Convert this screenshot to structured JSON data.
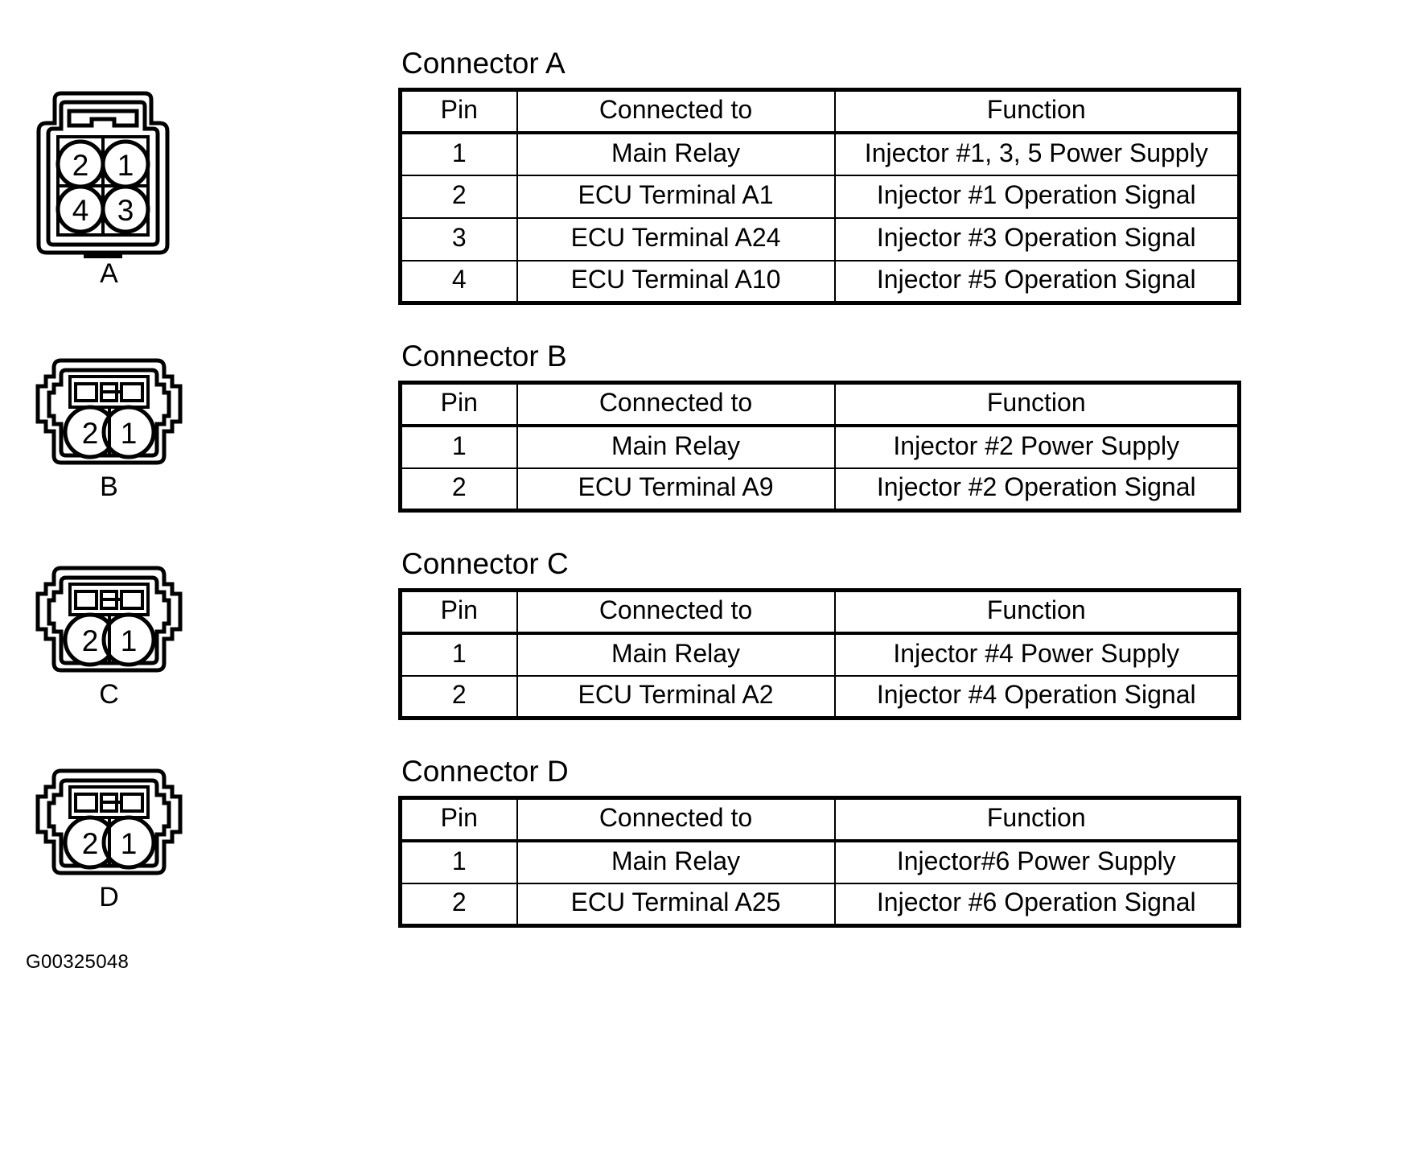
{
  "figure_id": "G00325048",
  "connector_figures": [
    {
      "label": "A",
      "pins": [
        "2",
        "1",
        "4",
        "3"
      ],
      "pin_count": 4,
      "icon": "connector-4pin-icon"
    },
    {
      "label": "B",
      "pins": [
        "2",
        "1"
      ],
      "pin_count": 2,
      "icon": "connector-2pin-icon"
    },
    {
      "label": "C",
      "pins": [
        "2",
        "1"
      ],
      "pin_count": 2,
      "icon": "connector-2pin-icon"
    },
    {
      "label": "D",
      "pins": [
        "2",
        "1"
      ],
      "pin_count": 2,
      "icon": "connector-2pin-icon"
    }
  ],
  "columns": {
    "pin": "Pin",
    "connected_to": "Connected to",
    "function": "Function"
  },
  "sections": [
    {
      "title": "Connector A",
      "rows": [
        {
          "pin": "1",
          "connected_to": "Main Relay",
          "function": "Injector #1, 3, 5 Power Supply"
        },
        {
          "pin": "2",
          "connected_to": "ECU Terminal A1",
          "function": "Injector #1 Operation Signal"
        },
        {
          "pin": "3",
          "connected_to": "ECU Terminal A24",
          "function": "Injector #3 Operation Signal"
        },
        {
          "pin": "4",
          "connected_to": "ECU Terminal A10",
          "function": "Injector #5 Operation Signal"
        }
      ]
    },
    {
      "title": "Connector B",
      "rows": [
        {
          "pin": "1",
          "connected_to": "Main Relay",
          "function": "Injector #2 Power Supply"
        },
        {
          "pin": "2",
          "connected_to": "ECU Terminal A9",
          "function": "Injector #2 Operation Signal"
        }
      ]
    },
    {
      "title": "Connector C",
      "rows": [
        {
          "pin": "1",
          "connected_to": "Main Relay",
          "function": "Injector #4 Power Supply"
        },
        {
          "pin": "2",
          "connected_to": "ECU Terminal A2",
          "function": "Injector #4 Operation Signal"
        }
      ]
    },
    {
      "title": "Connector D",
      "rows": [
        {
          "pin": "1",
          "connected_to": "Main Relay",
          "function": "Injector#6 Power Supply"
        },
        {
          "pin": "2",
          "connected_to": "ECU Terminal A25",
          "function": "Injector #6 Operation Signal"
        }
      ]
    }
  ]
}
